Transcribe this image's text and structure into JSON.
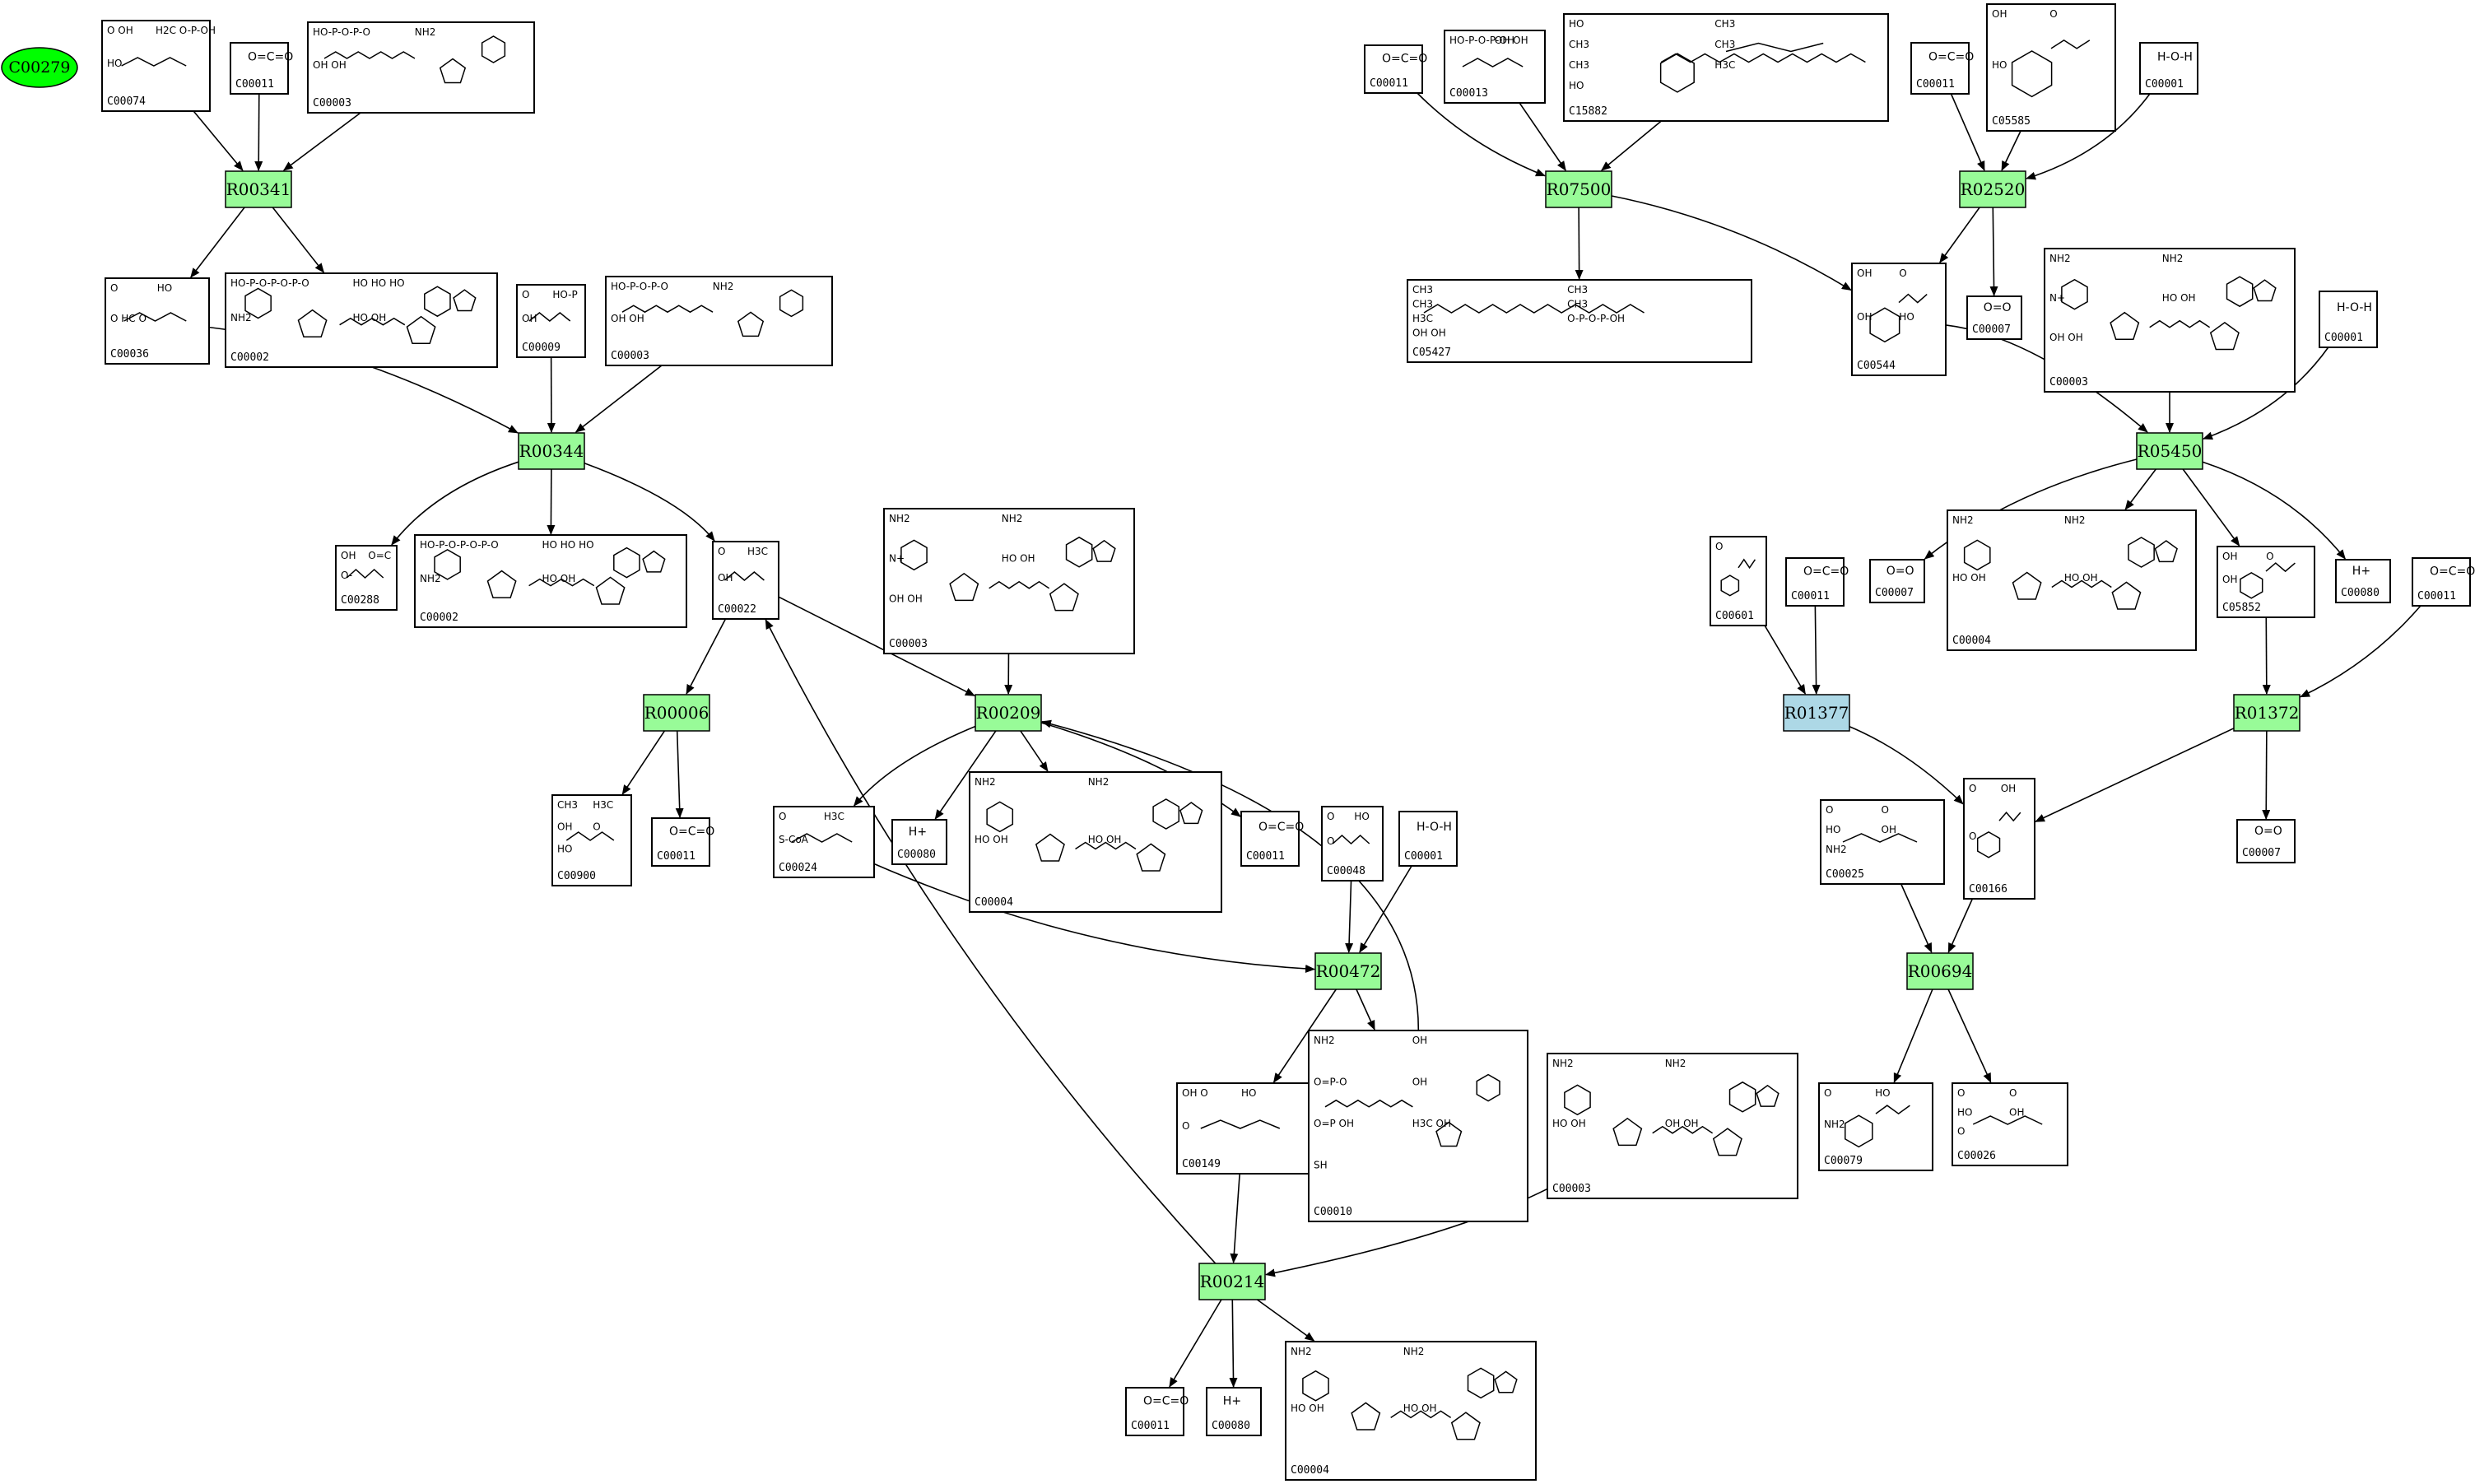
{
  "colors": {
    "reaction": "#98fb98",
    "reaction_alt": "#add8e6",
    "start_compound": "#00ff00",
    "border": "#000000",
    "background": "#ffffff"
  },
  "start_compound": "C00279",
  "reactions": [
    {
      "id": "R00341",
      "color": "reaction"
    },
    {
      "id": "R00344",
      "color": "reaction"
    },
    {
      "id": "R00006",
      "color": "reaction"
    },
    {
      "id": "R00209",
      "color": "reaction"
    },
    {
      "id": "R00472",
      "color": "reaction"
    },
    {
      "id": "R00214",
      "color": "reaction"
    },
    {
      "id": "R07500",
      "color": "reaction"
    },
    {
      "id": "R02520",
      "color": "reaction"
    },
    {
      "id": "R05450",
      "color": "reaction"
    },
    {
      "id": "R01377",
      "color": "reaction_alt"
    },
    {
      "id": "R01372",
      "color": "reaction"
    },
    {
      "id": "R00694",
      "color": "reaction"
    }
  ],
  "molecules": [
    {
      "key": "m_c00074",
      "id": "C00074",
      "structure": "phosphoenolpyruvate",
      "labels": [
        "O OH",
        "H2C O-P-OH",
        "HO"
      ]
    },
    {
      "key": "m_c00011_a",
      "id": "C00011",
      "structure": "carbon-dioxide",
      "labels": [
        "O=C=O"
      ]
    },
    {
      "key": "m_c00003_a",
      "id": "C00003",
      "structure": "nad-plus",
      "labels": [
        "HO-P-O-P-O",
        "NH2",
        "OH OH"
      ]
    },
    {
      "key": "m_c00036",
      "id": "C00036",
      "structure": "oxaloacetate",
      "labels": [
        "O",
        "HO",
        "O HC O"
      ]
    },
    {
      "key": "m_c00002_a",
      "id": "C00002",
      "structure": "atp",
      "labels": [
        "HO-P-O-P-O-P-O",
        "HO HO HO",
        "NH2",
        "HO OH"
      ]
    },
    {
      "key": "m_c00009",
      "id": "C00009",
      "structure": "orthophosphate",
      "labels": [
        "O",
        "HO-P",
        "OH"
      ]
    },
    {
      "key": "m_c00003_b",
      "id": "C00003",
      "structure": "nad-plus",
      "labels": [
        "HO-P-O-P-O",
        "NH2",
        "OH OH"
      ]
    },
    {
      "key": "m_c00288",
      "id": "C00288",
      "structure": "bicarbonate",
      "labels": [
        "OH",
        "O=C",
        "O-"
      ]
    },
    {
      "key": "m_c00002_b",
      "id": "C00002",
      "structure": "atp",
      "labels": [
        "HO-P-O-P-O-P-O",
        "HO HO HO",
        "NH2",
        "HO OH"
      ]
    },
    {
      "key": "m_c00022",
      "id": "C00022",
      "structure": "pyruvate",
      "labels": [
        "O",
        "H3C",
        "OH"
      ]
    },
    {
      "key": "m_c00003_c",
      "id": "C00003",
      "structure": "nad-plus",
      "labels": [
        "NH2",
        "NH2",
        "N+",
        "HO OH",
        "OH OH"
      ]
    },
    {
      "key": "m_c00900",
      "id": "C00900",
      "structure": "acetolactate",
      "labels": [
        "CH3",
        "H3C",
        "OH",
        "O",
        "HO"
      ]
    },
    {
      "key": "m_c00011_b",
      "id": "C00011",
      "structure": "carbon-dioxide",
      "labels": [
        "O=C=O"
      ]
    },
    {
      "key": "m_c00024",
      "id": "C00024",
      "structure": "acetyl-coa",
      "labels": [
        "O",
        "H3C",
        "S-CoA"
      ]
    },
    {
      "key": "m_c00080_a",
      "id": "C00080",
      "structure": "proton",
      "labels": [
        "H+"
      ]
    },
    {
      "key": "m_c00004_a",
      "id": "C00004",
      "structure": "nadh",
      "labels": [
        "NH2",
        "NH2",
        "HO OH",
        "HO OH"
      ]
    },
    {
      "key": "m_c00011_c",
      "id": "C00011",
      "structure": "carbon-dioxide",
      "labels": [
        "O=C=O"
      ]
    },
    {
      "key": "m_c00048",
      "id": "C00048",
      "structure": "glyoxylate",
      "labels": [
        "O",
        "HO",
        "O"
      ]
    },
    {
      "key": "m_c00001_a",
      "id": "C00001",
      "structure": "water",
      "labels": [
        "H-O-H"
      ]
    },
    {
      "key": "m_c00149",
      "id": "C00149",
      "structure": "malate",
      "labels": [
        "OH O",
        "HO",
        "O"
      ]
    },
    {
      "key": "m_c00010",
      "id": "C00010",
      "structure": "coenzyme-a",
      "labels": [
        "NH2",
        "OH",
        "O=P-O",
        "OH",
        "O=P OH",
        "H3C OH",
        "SH"
      ]
    },
    {
      "key": "m_c00003_d",
      "id": "C00003",
      "structure": "nad-plus",
      "labels": [
        "NH2",
        "NH2",
        "HO OH",
        "OH OH"
      ]
    },
    {
      "key": "m_c00011_d",
      "id": "C00011",
      "structure": "carbon-dioxide",
      "labels": [
        "O=C=O"
      ]
    },
    {
      "key": "m_c00080_b",
      "id": "C00080",
      "structure": "proton",
      "labels": [
        "H+"
      ]
    },
    {
      "key": "m_c00004_b",
      "id": "C00004",
      "structure": "nadh",
      "labels": [
        "NH2",
        "NH2",
        "HO OH",
        "HO OH"
      ]
    },
    {
      "key": "m_c00011_e",
      "id": "C00011",
      "structure": "carbon-dioxide",
      "labels": [
        "O=C=O"
      ]
    },
    {
      "key": "m_c00013",
      "id": "C00013",
      "structure": "diphosphate",
      "labels": [
        "HO-P-O-P-OH",
        "OH OH"
      ]
    },
    {
      "key": "m_c15882",
      "id": "C15882",
      "structure": "prenyl-hydroquinone",
      "labels": [
        "HO",
        "CH3",
        "CH3",
        "CH3",
        "CH3",
        "H3C",
        "HO"
      ]
    },
    {
      "key": "m_c00011_f",
      "id": "C00011",
      "structure": "carbon-dioxide",
      "labels": [
        "O=C=O"
      ]
    },
    {
      "key": "m_c05585",
      "id": "C05585",
      "structure": "gentisate-aldehyde",
      "labels": [
        "OH",
        "O",
        "HO"
      ]
    },
    {
      "key": "m_c00001_b",
      "id": "C00001",
      "structure": "water",
      "labels": [
        "H-O-H"
      ]
    },
    {
      "key": "m_c05427",
      "id": "C05427",
      "structure": "phytyl-diphosphate",
      "labels": [
        "CH3",
        "CH3",
        "CH3",
        "CH3",
        "H3C",
        "O-P-O-P-OH",
        "OH OH"
      ]
    },
    {
      "key": "m_c00544",
      "id": "C00544",
      "structure": "homogentisate",
      "labels": [
        "OH",
        "O",
        "OH",
        "HO"
      ]
    },
    {
      "key": "m_c00007_a",
      "id": "C00007",
      "structure": "oxygen",
      "labels": [
        "O=O"
      ]
    },
    {
      "key": "m_c00003_e",
      "id": "C00003",
      "structure": "nad-plus",
      "labels": [
        "NH2",
        "NH2",
        "N+",
        "HO OH",
        "OH OH"
      ]
    },
    {
      "key": "m_c00001_c",
      "id": "C00001",
      "structure": "water",
      "labels": [
        "H-O-H"
      ]
    },
    {
      "key": "m_c00601",
      "id": "C00601",
      "structure": "phenylacetaldehyde",
      "labels": [
        "O"
      ]
    },
    {
      "key": "m_c00011_g",
      "id": "C00011",
      "structure": "carbon-dioxide",
      "labels": [
        "O=C=O"
      ]
    },
    {
      "key": "m_c00007_b",
      "id": "C00007",
      "structure": "oxygen",
      "labels": [
        "O=O"
      ]
    },
    {
      "key": "m_c00004_c",
      "id": "C00004",
      "structure": "nadh",
      "labels": [
        "NH2",
        "NH2",
        "HO OH",
        "HO OH"
      ]
    },
    {
      "key": "m_c05852",
      "id": "C05852",
      "structure": "hydroxyphenylacetate",
      "labels": [
        "OH",
        "O",
        "OH"
      ]
    },
    {
      "key": "m_c00080_c",
      "id": "C00080",
      "structure": "proton",
      "labels": [
        "H+"
      ]
    },
    {
      "key": "m_c00011_h",
      "id": "C00011",
      "structure": "carbon-dioxide",
      "labels": [
        "O=C=O"
      ]
    },
    {
      "key": "m_c00025",
      "id": "C00025",
      "structure": "glutamate",
      "labels": [
        "O",
        "O",
        "HO",
        "OH",
        "NH2"
      ]
    },
    {
      "key": "m_c00166",
      "id": "C00166",
      "structure": "phenylpyruvate",
      "labels": [
        "O",
        "OH",
        "O"
      ]
    },
    {
      "key": "m_c00007_c",
      "id": "C00007",
      "structure": "oxygen",
      "labels": [
        "O=O"
      ]
    },
    {
      "key": "m_c00079",
      "id": "C00079",
      "structure": "phenylalanine",
      "labels": [
        "O",
        "HO",
        "NH2"
      ]
    },
    {
      "key": "m_c00026",
      "id": "C00026",
      "structure": "2-oxoglutarate",
      "labels": [
        "O",
        "O",
        "HO",
        "OH",
        "O"
      ]
    }
  ]
}
